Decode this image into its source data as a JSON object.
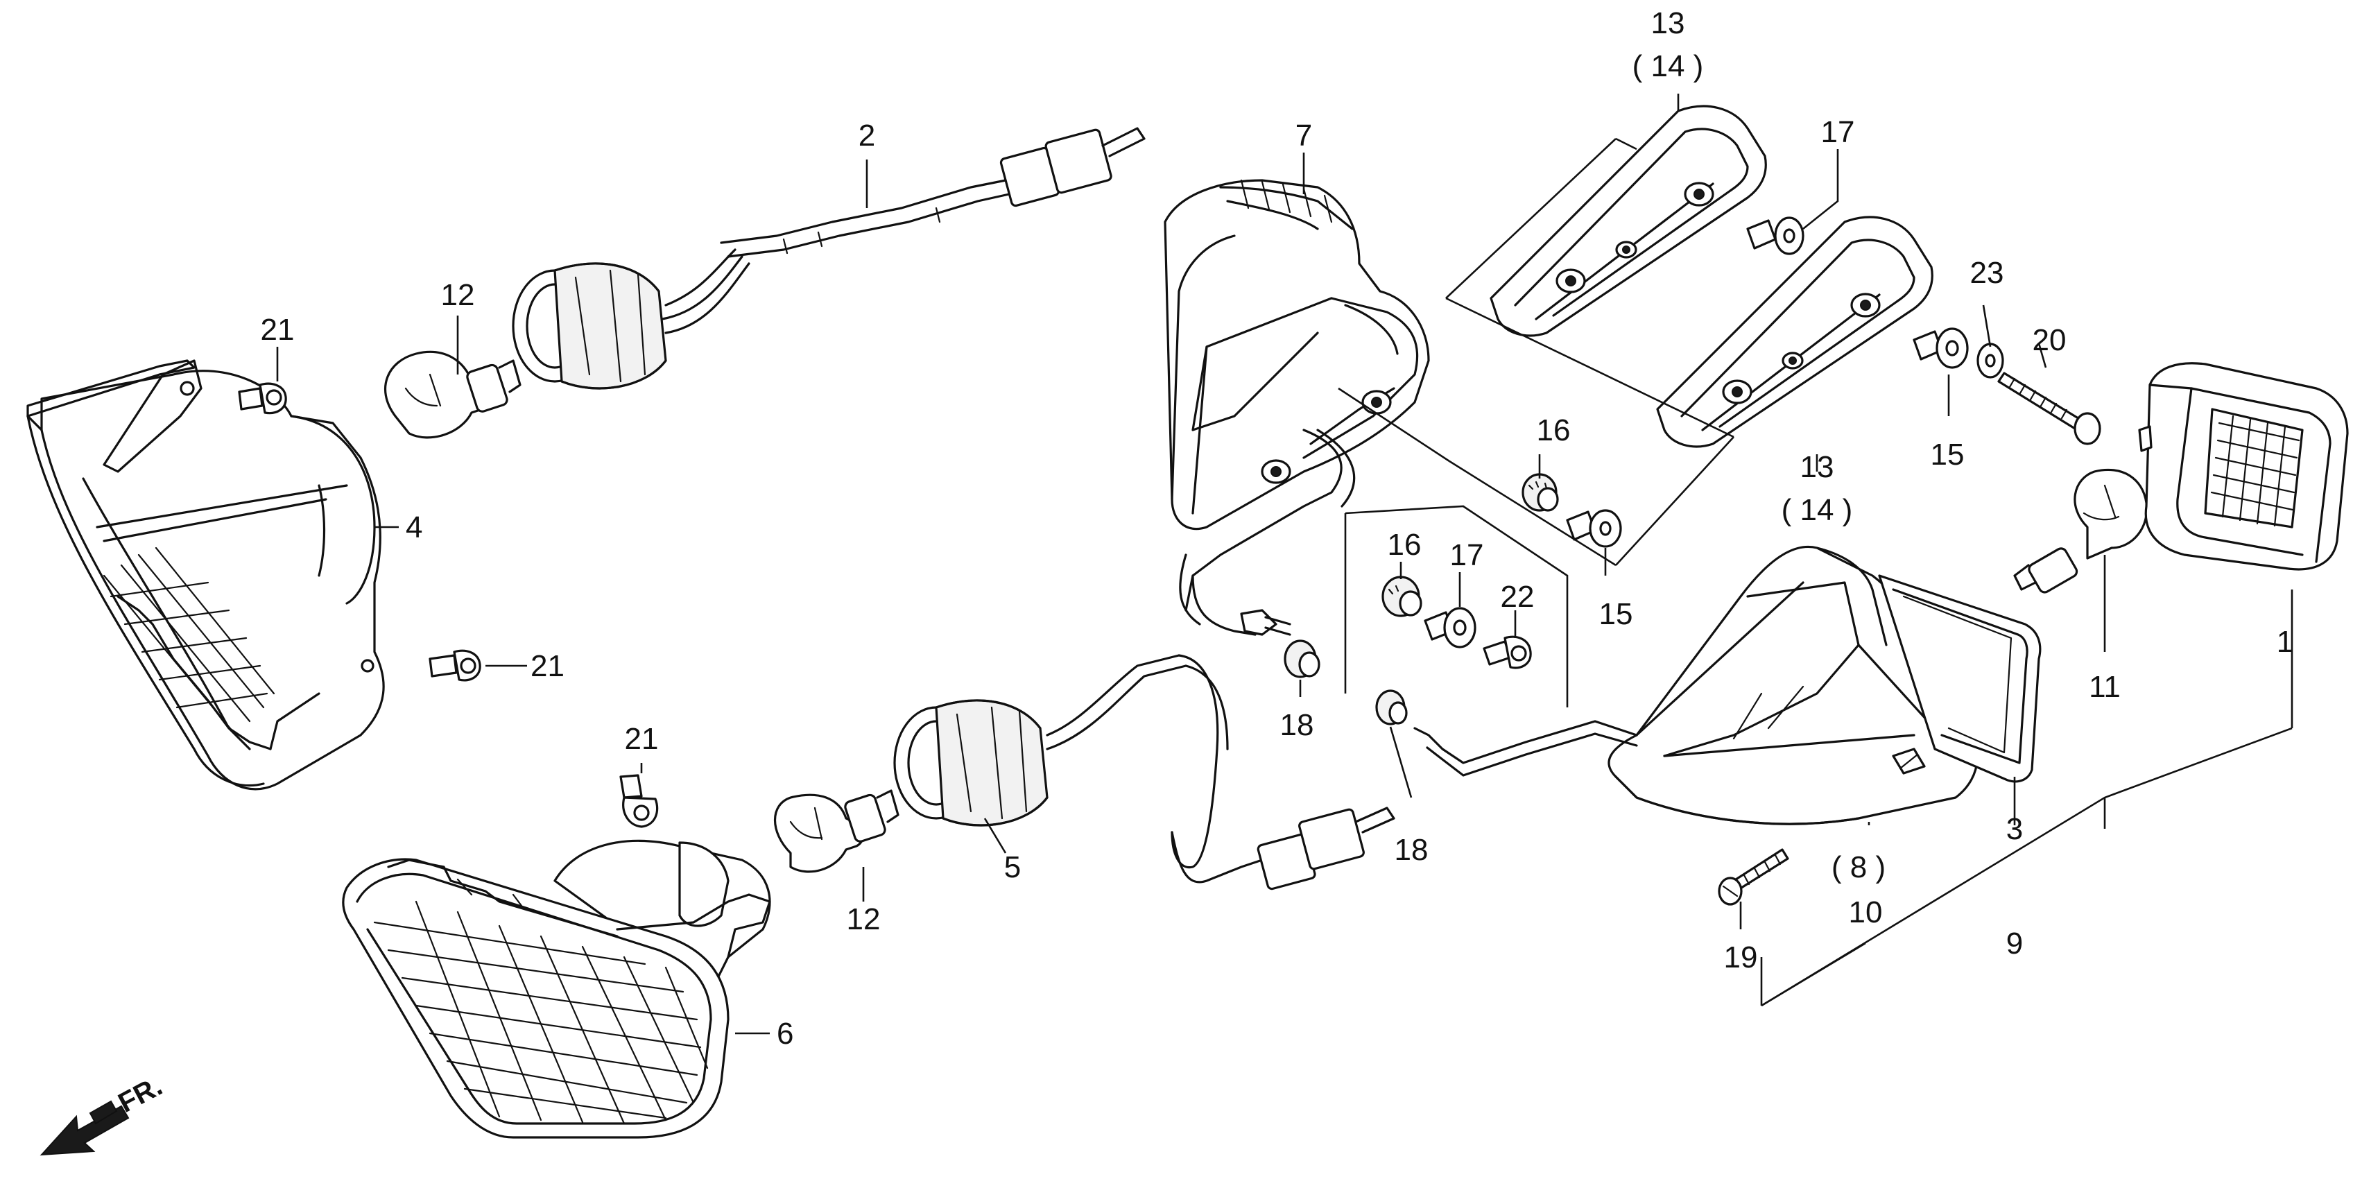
{
  "callouts": {
    "c1": "1",
    "c2": "2",
    "c3": "3",
    "c4": "4",
    "c5": "5",
    "c6": "6",
    "c7": "7",
    "c8": "( 8 )",
    "c9": "9",
    "c10": "10",
    "c11": "11",
    "c12a": "12",
    "c12b": "12",
    "c13a": "13",
    "c14a": "( 14 )",
    "c13b": "13",
    "c14b": "( 14 )",
    "c15a": "15",
    "c15b": "15",
    "c16a": "16",
    "c16b": "16",
    "c17a": "17",
    "c17b": "17",
    "c18a": "18",
    "c18b": "18",
    "c19": "19",
    "c20": "20",
    "c21a": "21",
    "c21b": "21",
    "c21c": "21",
    "c22": "22",
    "c23": "23"
  },
  "direction_marker": "FR."
}
